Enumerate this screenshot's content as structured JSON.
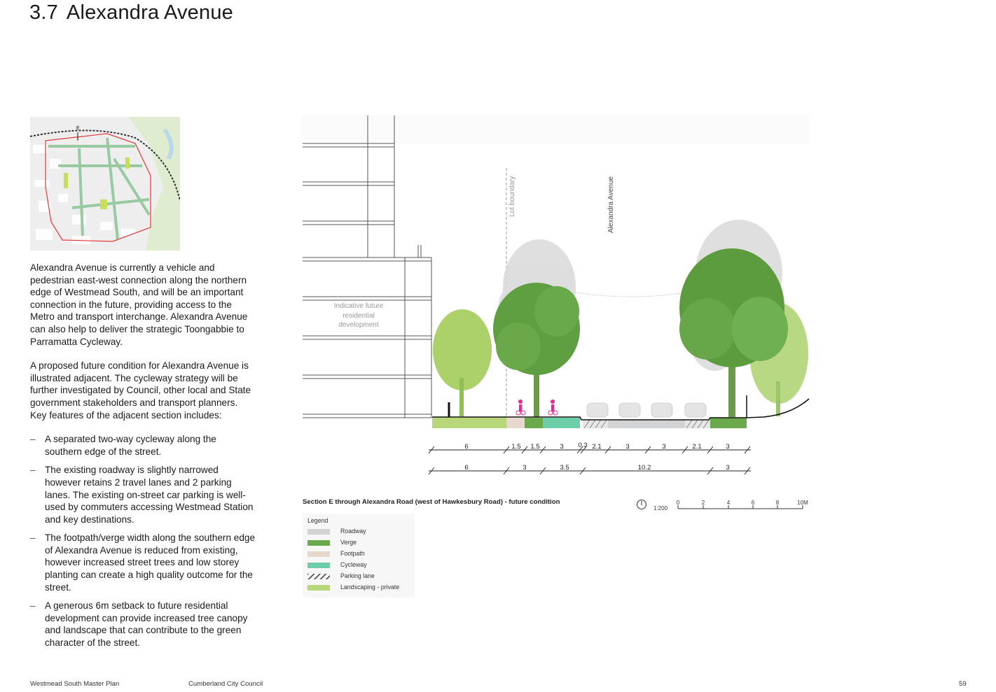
{
  "page": {
    "section_number": "3.7",
    "title": "Alexandra Avenue",
    "paragraphs": [
      "Alexandra Avenue is currently a vehicle and pedestrian east-west connection along the northern edge of Westmead South, and will be an important connection in the future, providing access to the Metro and transport interchange. Alexandra Avenue can also help to deliver the strategic Toongabbie to Parramatta Cycleway.",
      "A proposed future condition for Alexandra Avenue is illustrated adjacent. The cycleway strategy will be further investigated by Council, other local and State government stakeholders and transport planners. Key features of the adjacent section includes:"
    ],
    "bullets": [
      "A separated two-way cycleway along the southern edge of the street.",
      "The existing roadway is slightly narrowed however retains 2 travel lanes and 2 parking lanes. The existing on-street car parking is well-used by commuters accessing Westmead Station and key destinations.",
      "The footpath/verge width along the southern edge of Alexandra Avenue is reduced from existing, however increased street trees and low storey planting can create a high quality outcome for the street.",
      "A generous 6m setback to future residential development can provide increased tree canopy and landscape that can contribute to the green character of the street."
    ],
    "footer": {
      "left": "Westmead South Master Plan",
      "middle": "Cumberland City Council",
      "page_number": "59"
    }
  },
  "keymap": {
    "marker": "E"
  },
  "section_drawing": {
    "building_label": [
      "Indicative future",
      "residential",
      "development"
    ],
    "lot_boundary_label": "Lot boundary",
    "street_label": "Alexandra Avenue",
    "dimensions_row1": [
      "6",
      "1.5",
      "1.5",
      "3",
      "0.3",
      "2.1",
      "3",
      "3",
      "2.1",
      "3"
    ],
    "dimensions_row2": [
      "6",
      "3",
      "3.5",
      "10.2",
      "3"
    ],
    "caption": "Section E through Alexandra Road (west of Hawkesbury Road) - future condition",
    "scale": {
      "ratio": "1:200",
      "ticks": [
        "0",
        "2",
        "4",
        "6",
        "8",
        "10M"
      ]
    }
  },
  "legend": {
    "title": "Legend",
    "items": [
      {
        "label": "Roadway",
        "color": "#d2d3d4",
        "pattern": "solid"
      },
      {
        "label": "Verge",
        "color": "#6aaa4c",
        "pattern": "solid"
      },
      {
        "label": "Footpath",
        "color": "#e6d8cc",
        "pattern": "solid"
      },
      {
        "label": "Cycleway",
        "color": "#6ccfa9",
        "pattern": "solid"
      },
      {
        "label": "Parking lane",
        "color": "#555555",
        "pattern": "hatch"
      },
      {
        "label": "Landscaping - private",
        "color": "#b7d77a",
        "pattern": "solid"
      }
    ]
  },
  "colors": {
    "pink_cyclist": "#e8278c",
    "tree_dark": "#5b9e3f",
    "tree_light": "#a9cf6a",
    "tree_ghost": "#cfcfcf"
  }
}
